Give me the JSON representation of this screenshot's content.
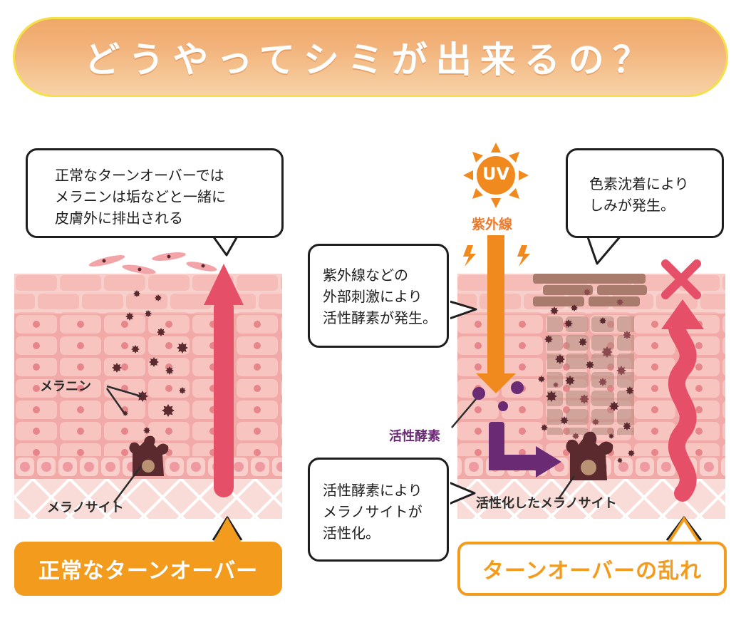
{
  "title": "どうやってシミが出来るの？",
  "left": {
    "bubble_lines": [
      "正常なターンオーバーでは",
      "メラニンは垢などと一緒に",
      "皮膚外に排出される"
    ],
    "label_melanin": "メラニン",
    "label_melanocyte": "メラノサイト",
    "badge": "正常なターンオーバー"
  },
  "right": {
    "uv_icon_text": "UV",
    "label_uv": "紫外線",
    "bubble_uv_lines": [
      "紫外線などの",
      "外部刺激により",
      "活性酵素が発生。"
    ],
    "bubble_pigment_lines": [
      "色素沈着により",
      "しみが発生。"
    ],
    "label_enzyme": "活性酵素",
    "bubble_activate_lines": [
      "活性酵素により",
      "メラノサイトが",
      "活性化。"
    ],
    "label_active_melanocyte": "活性化したメラノサイト",
    "badge": "ターンオーバーの乱れ"
  },
  "colors": {
    "skin_light": "#f9dcd7",
    "skin_mid": "#f3b4b0",
    "skin_dark": "#e99a9a",
    "arrow_red": "#e64f68",
    "orange": "#f29b1d",
    "uv_orange": "#f08a1e",
    "melanin": "#5a2a2e",
    "enzyme_purple": "#6a2b74",
    "pigment_brown": "#a97b6c"
  }
}
